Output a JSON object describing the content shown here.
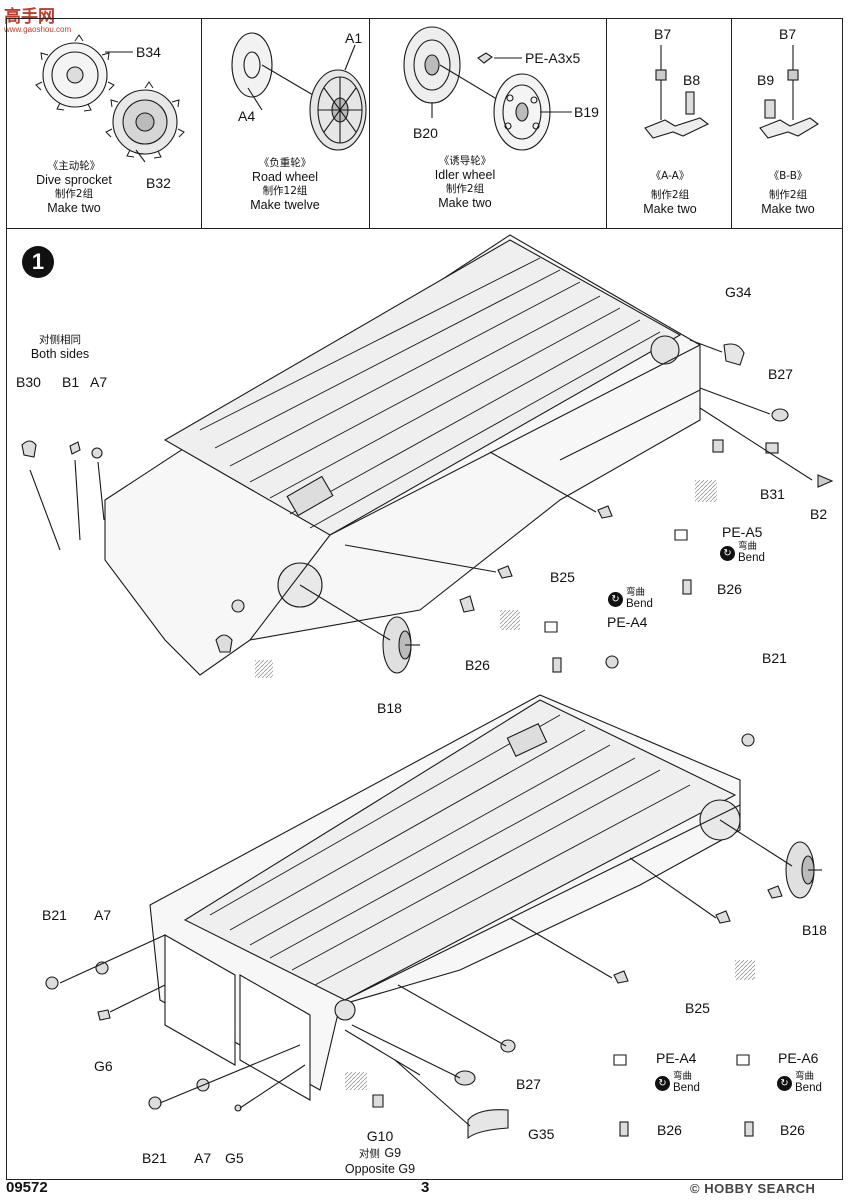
{
  "site": {
    "logo_chars": "高手网",
    "logo_url_text": "www.gaoshou.com"
  },
  "panels": [
    {
      "part_top": "B34",
      "part_bottom": "B32",
      "cn": "《主动轮》",
      "en": "Dive sprocket",
      "qty_cn": "制作2组",
      "qty_en": "Make two"
    },
    {
      "part_a": "A1",
      "part_b": "A4",
      "cn": "《负重轮》",
      "en": "Road wheel",
      "qty_cn": "制作12组",
      "qty_en": "Make twelve"
    },
    {
      "part_a": "PE-A3x5",
      "part_b": "B19",
      "part_c": "B20",
      "cn": "《诱导轮》",
      "en": "Idler wheel",
      "qty_cn": "制作2组",
      "qty_en": "Make two"
    },
    {
      "part_a": "B7",
      "part_b": "B8",
      "cn": "《A-A》",
      "qty_cn": "制作2组",
      "qty_en": "Make two"
    },
    {
      "part_a": "B7",
      "part_b": "B9",
      "cn": "《B-B》",
      "qty_cn": "制作2组",
      "qty_en": "Make two"
    }
  ],
  "step": {
    "number": "1"
  },
  "both_sides": {
    "cn": "对侧相同",
    "en": "Both sides"
  },
  "bend": {
    "cn": "弯曲",
    "en": "Bend",
    "icon": "bend-icon"
  },
  "upper_labels": {
    "b30": "B30",
    "b1": "B1",
    "a7": "A7",
    "g34": "G34",
    "b27": "B27",
    "b31": "B31",
    "b2": "B2",
    "pe_a5": "PE-A5",
    "b26_a": "B26",
    "pe_a4": "PE-A4",
    "b26_b": "B26",
    "b25": "B25",
    "b18": "B18",
    "b21": "B21"
  },
  "lower_labels": {
    "b21_left": "B21",
    "a7_left": "A7",
    "g6": "G6",
    "b18": "B18",
    "b25": "B25",
    "b27": "B27",
    "g35": "G35",
    "g10": "G10",
    "opp_cn": "对侧",
    "opp_g9": "G9",
    "opp_en": "Opposite G9",
    "b21_bottom": "B21",
    "a7_bottom": "A7",
    "g5": "G5",
    "pe_a4": "PE-A4",
    "pe_a6": "PE-A6",
    "b26_left": "B26",
    "b26_right": "B26"
  },
  "footer": {
    "code": "09572",
    "page": "3",
    "watermark": "© HOBBY SEARCH"
  }
}
